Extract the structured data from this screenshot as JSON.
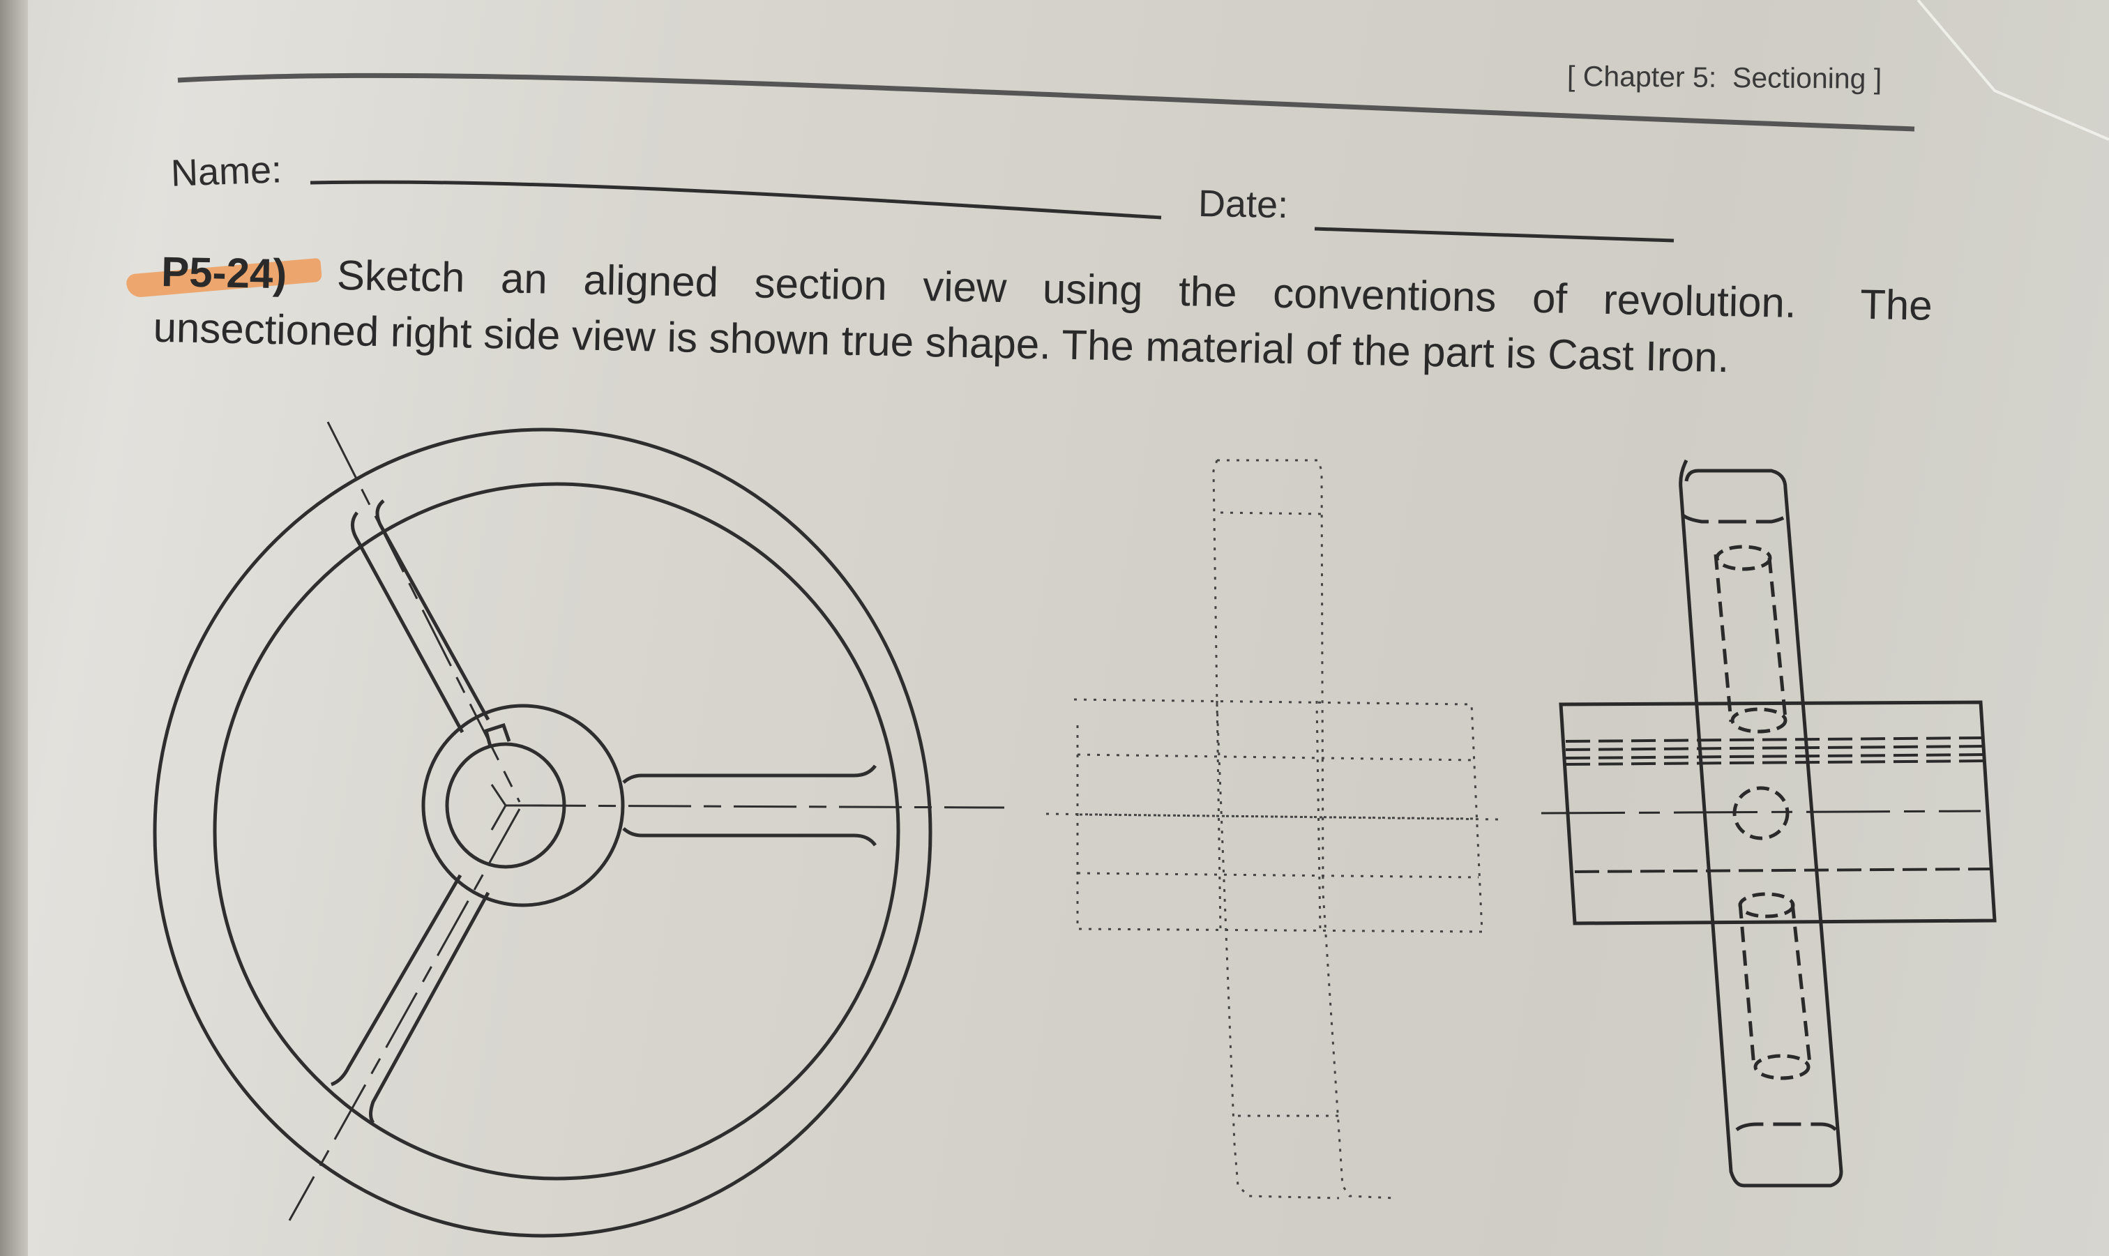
{
  "header": {
    "chapter": "[ Chapter 5:  Sectioning ]"
  },
  "form": {
    "name_label": "Name:",
    "date_label": "Date:",
    "name_value": "",
    "date_value": ""
  },
  "problem": {
    "number": "P5-24)",
    "line1_words": [
      "Sketch",
      "an",
      "aligned",
      "section",
      "view",
      "using",
      "the",
      "conventions",
      "of",
      "revolution.",
      "The"
    ],
    "line2": "unsectioned right side view is shown true shape.  The material of the part is Cast Iron.",
    "full_text": "Sketch an aligned section view using the conventions of revolution. The unsectioned right side view is shown true shape. The material of the part is Cast Iron."
  },
  "figures": {
    "front_view": "handwheel-front-view",
    "answer_area": "dotted-section-sketch-grid",
    "side_view": "unsectioned-right-side-view"
  },
  "colors": {
    "paper": "#d6d5cf",
    "ink": "#2e2e2e",
    "highlight": "#ef9c5a"
  }
}
